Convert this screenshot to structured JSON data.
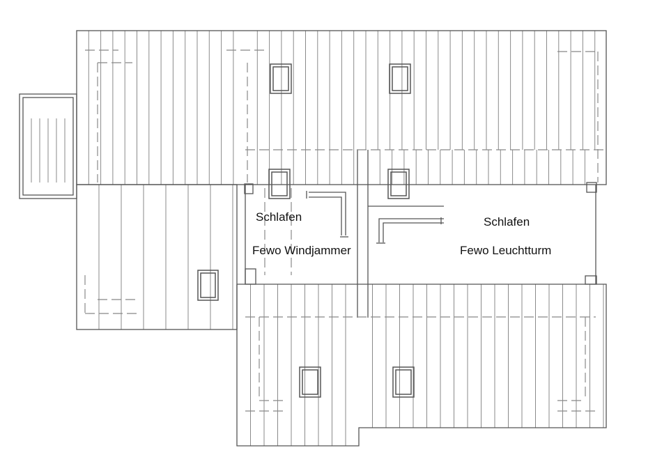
{
  "rooms": [
    {
      "room_label": "Schlafen",
      "unit_label": "Fewo Windjammer"
    },
    {
      "room_label": "Schlafen",
      "unit_label": "Fewo Leuchtturm"
    }
  ],
  "colors": {
    "line": "#555555",
    "paper": "#ffffff"
  }
}
